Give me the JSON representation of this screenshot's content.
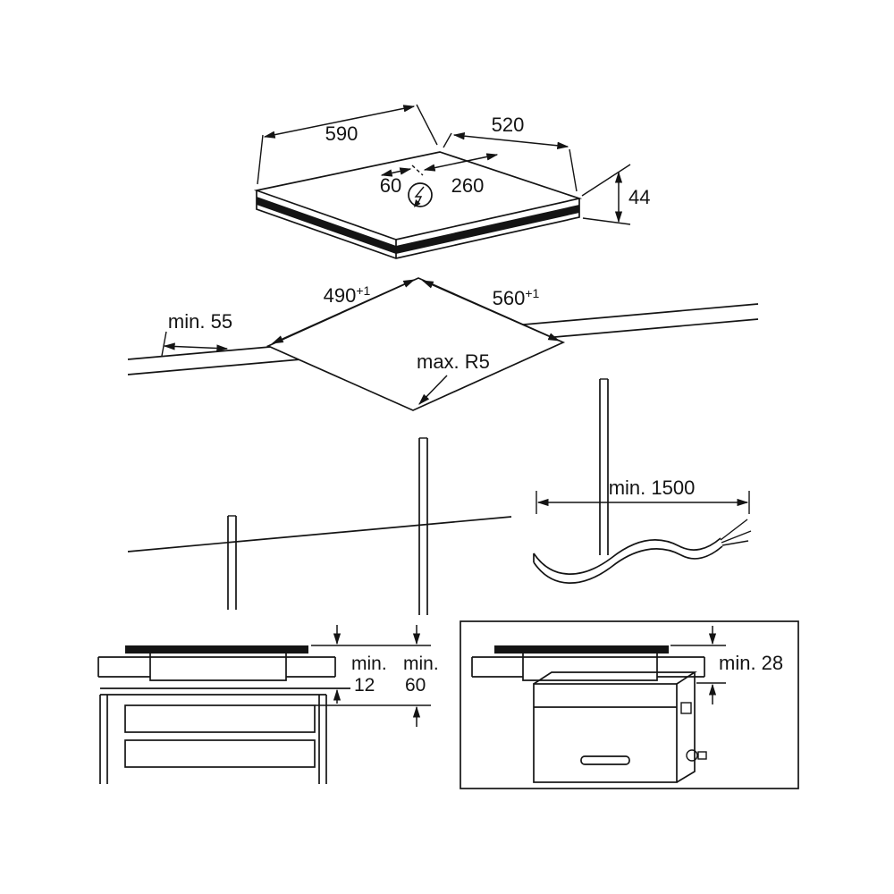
{
  "figure": {
    "colors": {
      "line": "#141414",
      "background": "#ffffff",
      "hob_glass": "#141414"
    },
    "icons": {
      "power_connection": "lightning-bolt"
    }
  },
  "labels": {
    "hob_width": "590",
    "hob_depth": "520",
    "hob_height": "44",
    "connection_offset": "60",
    "connection_distance": "260",
    "side_clearance": "min. 55",
    "cutout_depth": "490",
    "cutout_depth_tolerance": "+1",
    "cutout_width": "560",
    "cutout_width_tolerance": "+1",
    "corner_radius": "max. R5",
    "cable_length": "min. 1500",
    "drawer_min": "min.",
    "drawer_gap": "12",
    "vent_min": "min.",
    "vent_gap": "60",
    "oven_clearance": "min. 28"
  }
}
